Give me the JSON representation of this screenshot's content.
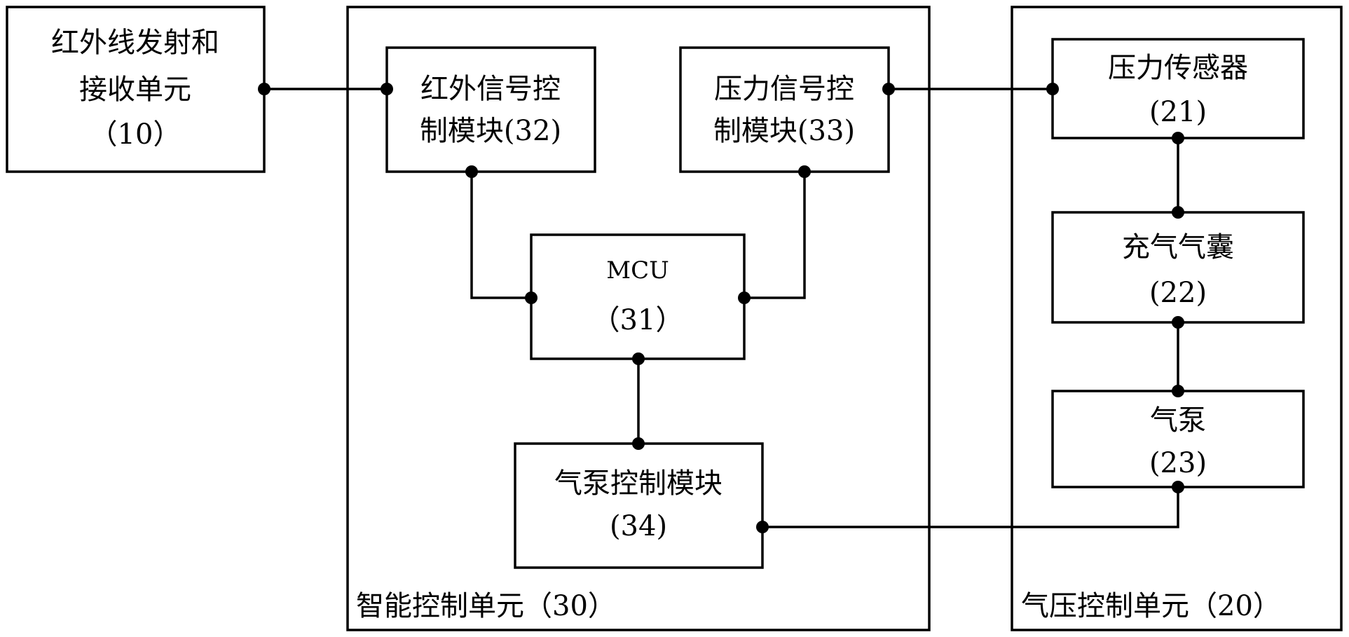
{
  "title": "",
  "groups": {
    "smart_control": {
      "label": "智能控制单元（30）"
    },
    "pressure_control": {
      "label": "气压控制单元（20）"
    }
  },
  "blocks": {
    "ir_unit": {
      "line1": "红外线发射和",
      "line2": "接收单元",
      "line3": "（10）"
    },
    "ir_module": {
      "line1": "红外信号控",
      "line2": "制模块(32)"
    },
    "pressure_module": {
      "line1": "压力信号控",
      "line2": "制模块(33)"
    },
    "mcu": {
      "line1": "MCU",
      "line2": "（31）"
    },
    "pump_module": {
      "line1": "气泵控制模块",
      "line2": "(34)"
    },
    "pressure_sensor": {
      "line1": "压力传感器",
      "line2": "(21)"
    },
    "airbag": {
      "line1": "充气气囊",
      "line2": "(22)"
    },
    "air_pump": {
      "line1": "气泵",
      "line2": "(23)"
    }
  },
  "colors": {
    "stroke": "#000000",
    "background": "#ffffff"
  }
}
